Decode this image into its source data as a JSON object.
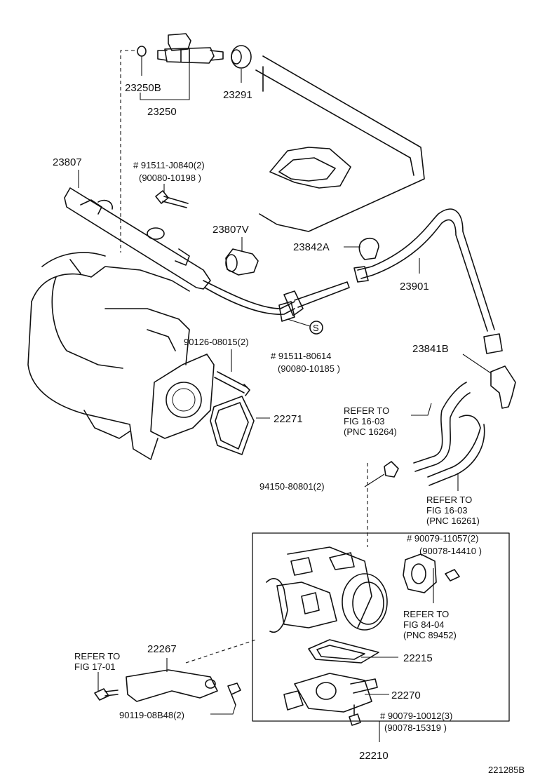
{
  "labels": {
    "p23250B": "23250B",
    "p23250": "23250",
    "p23291": "23291",
    "p23807": "23807",
    "p91511J": "# 91511-J0840(2)",
    "p90080a": "(90080-10198 )",
    "p23807V": "23807V",
    "p23842A": "23842A",
    "p23901": "23901",
    "p90126": "90126-08015(2)",
    "p91511b": "# 91511-80614",
    "p90080b": "(90080-10185 )",
    "p23841B": "23841B",
    "p22271": "22271",
    "p94150": "94150-80801(2)",
    "p90079a": "# 90079-11057(2)",
    "p90078a": "(90078-14410 )",
    "p22215": "22215",
    "p22270": "22270",
    "p90079b": "# 90079-10012(3)",
    "p90078b": "(90078-15319 )",
    "p22210": "22210",
    "p22267": "22267",
    "p90119": "90119-08B48(2)",
    "circle_s": "S",
    "code": "221285B"
  },
  "refs": {
    "r1": [
      "REFER TO",
      "FIG 16-03",
      "(PNC 16264)"
    ],
    "r2": [
      "REFER TO",
      "FIG 16-03",
      "(PNC 16261)"
    ],
    "r3": [
      "REFER TO",
      "FIG 84-04",
      "(PNC 89452)"
    ],
    "r4": [
      "REFER TO",
      "FIG 17-01"
    ]
  }
}
